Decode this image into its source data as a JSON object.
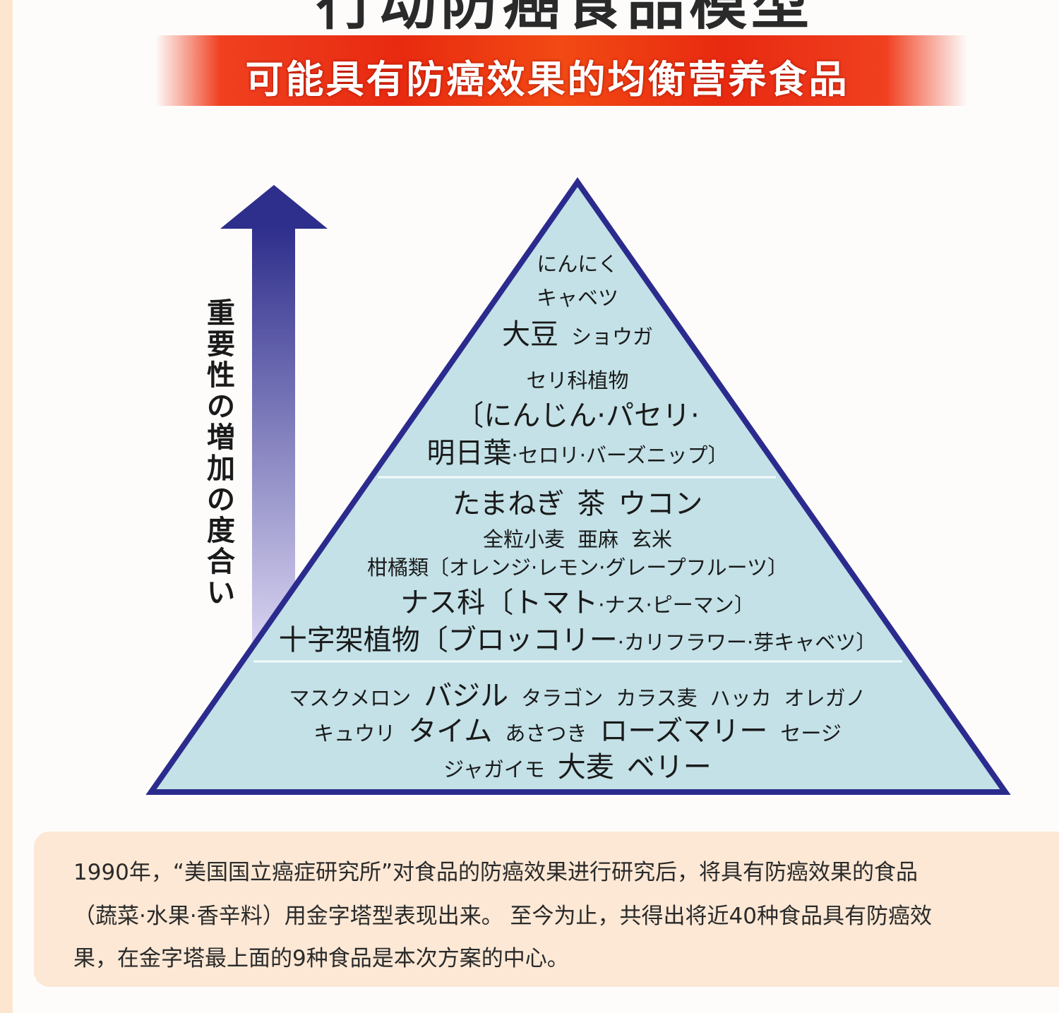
{
  "title": "行动防癌食品模型",
  "banner": "可能具有防癌效果的均衡营养食品",
  "arrow_label": "重要性の増加の度合い",
  "colors": {
    "pyramid_fill": "#c3e1e7",
    "pyramid_border": "#2b2b8e",
    "arrow_top": "#2e2e8c",
    "arrow_bottom": "#d8d3f0",
    "banner": "#e82a10",
    "note_bg": "#fce8d5"
  },
  "pyramid": {
    "tiers": [
      {
        "lines": [
          [
            {
              "t": "にんにく"
            }
          ],
          [
            {
              "t": "キャベツ"
            }
          ],
          [
            {
              "t": "大豆",
              "big": true
            },
            {
              "t": "ショウガ"
            }
          ],
          [
            {
              "t": "セリ科植物"
            }
          ],
          [
            {
              "t": "〔にんじん·パセリ·",
              "big": true
            }
          ],
          [
            {
              "t": "明日葉",
              "big": true,
              "tight": true
            },
            {
              "t": "·セロリ·バーズニップ〕",
              "tight": true
            }
          ]
        ]
      },
      {
        "lines": [
          [
            {
              "t": "たまねぎ",
              "big": true
            },
            {
              "t": "茶",
              "big": true
            },
            {
              "t": "ウコン",
              "big": true
            }
          ],
          [
            {
              "t": "全粒小麦"
            },
            {
              "t": "亜麻"
            },
            {
              "t": "玄米"
            }
          ],
          [
            {
              "t": "柑橘類〔オレンジ·レモン·グレープフルーツ〕"
            }
          ],
          [
            {
              "t": "ナス科〔トマト",
              "big": true,
              "tight": true
            },
            {
              "t": "·ナス·ピーマン〕",
              "tight": true
            }
          ],
          [
            {
              "t": "十字架植物〔ブロッコリー",
              "big": true,
              "tight": true
            },
            {
              "t": "·カリフラワー·芽キャベツ〕",
              "tight": true
            }
          ]
        ]
      },
      {
        "lines": [
          [
            {
              "t": "マスクメロン"
            },
            {
              "t": "バジル",
              "big": true
            },
            {
              "t": "タラゴン"
            },
            {
              "t": "カラス麦"
            },
            {
              "t": "ハッカ"
            },
            {
              "t": "オレガノ"
            }
          ],
          [
            {
              "t": "キュウリ"
            },
            {
              "t": "タイム",
              "big": true
            },
            {
              "t": "あさつき"
            },
            {
              "t": "ローズマリー",
              "big": true
            },
            {
              "t": "セージ"
            }
          ],
          [
            {
              "t": "ジャガイモ"
            },
            {
              "t": "大麦",
              "big": true
            },
            {
              "t": "ベリー",
              "big": true
            }
          ]
        ]
      }
    ]
  },
  "note": {
    "lines": [
      "1990年，“美国国立癌症研究所”对食品的防癌效果进行研究后，将具有防癌效果的食品",
      "（蔬菜·水果·香辛料）用金字塔型表现出来。 至今为止，共得出将近40种食品具有防癌效",
      "果，在金字塔最上面的9种食品是本次方案的中心。"
    ]
  }
}
